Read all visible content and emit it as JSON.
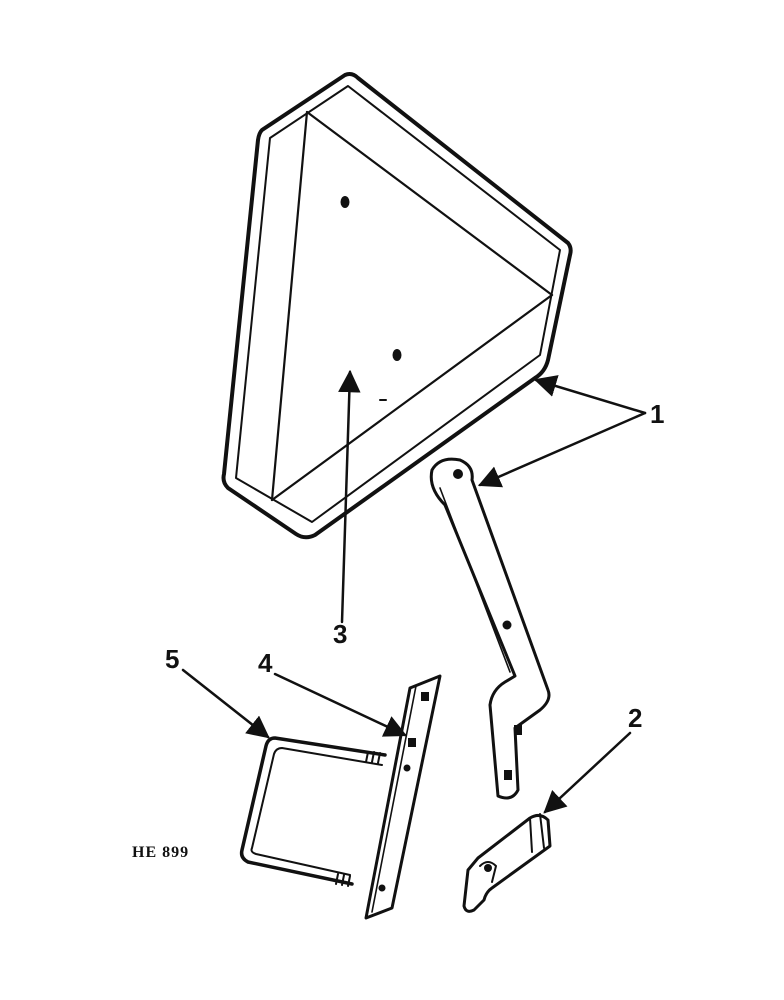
{
  "figure": {
    "code": "HE 899"
  },
  "callouts": [
    {
      "id": "1",
      "label": "1"
    },
    {
      "id": "2",
      "label": "2"
    },
    {
      "id": "3",
      "label": "3"
    },
    {
      "id": "4",
      "label": "4"
    },
    {
      "id": "5",
      "label": "5"
    }
  ],
  "colors": {
    "ink": "#111111",
    "paper": "#ffffff"
  }
}
